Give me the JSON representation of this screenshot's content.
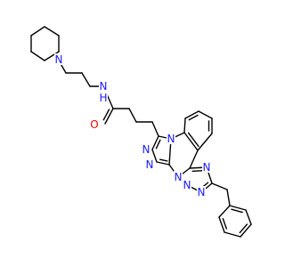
{
  "atom_labels": {
    "n_pip": "N",
    "nh": "N",
    "h": "H",
    "o": "O",
    "n_tz1_a": "N",
    "n_tz1_b": "N",
    "n_core_1": "N",
    "n_core_2": "N",
    "n_tz2_a": "N",
    "n_tz2_b": "N",
    "n_tz2_c": "N"
  },
  "colors": {
    "bond": "#000000",
    "nitrogen": "#1a1aff",
    "oxygen": "#ff0000"
  }
}
